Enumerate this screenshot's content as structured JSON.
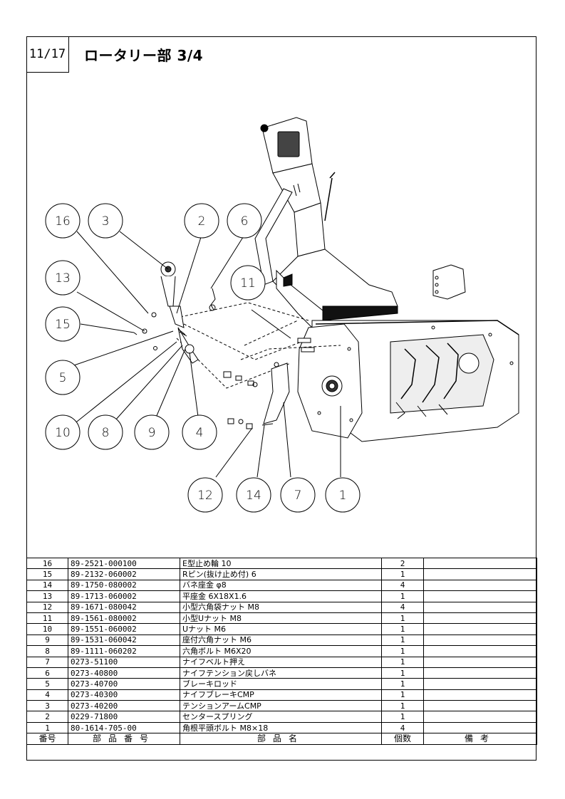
{
  "page": {
    "number": "11/17",
    "title": "ロータリー部 3/4"
  },
  "callouts": [
    "16",
    "3",
    "2",
    "6",
    "13",
    "11",
    "15",
    "5",
    "10",
    "8",
    "9",
    "4",
    "12",
    "14",
    "7",
    "1"
  ],
  "parts_table": {
    "rows": [
      {
        "no": "16",
        "part_no": "89-2521-000100",
        "name": "E型止め輪 10",
        "qty": "2",
        "remark": ""
      },
      {
        "no": "15",
        "part_no": "89-2132-060002",
        "name": "Rピン(抜け止め付) 6",
        "qty": "1",
        "remark": ""
      },
      {
        "no": "14",
        "part_no": "89-1750-080002",
        "name": "バネ座金 φ8",
        "qty": "4",
        "remark": ""
      },
      {
        "no": "13",
        "part_no": "89-1713-060002",
        "name": "平座金 6X18X1.6",
        "qty": "1",
        "remark": ""
      },
      {
        "no": "12",
        "part_no": "89-1671-080042",
        "name": "小型六角袋ナット M8",
        "qty": "4",
        "remark": ""
      },
      {
        "no": "11",
        "part_no": "89-1561-080002",
        "name": "小型Uナット M8",
        "qty": "1",
        "remark": ""
      },
      {
        "no": "10",
        "part_no": "89-1551-060002",
        "name": "Uナット M6",
        "qty": "1",
        "remark": ""
      },
      {
        "no": "9",
        "part_no": "89-1531-060042",
        "name": "座付六角ナット M6",
        "qty": "1",
        "remark": ""
      },
      {
        "no": "8",
        "part_no": "89-1111-060202",
        "name": "六角ボルト M6X20",
        "qty": "1",
        "remark": ""
      },
      {
        "no": "7",
        "part_no": "0273-51100",
        "name": "ナイフベルト押え",
        "qty": "1",
        "remark": ""
      },
      {
        "no": "6",
        "part_no": "0273-40800",
        "name": "ナイフテンション戻しバネ",
        "qty": "1",
        "remark": ""
      },
      {
        "no": "5",
        "part_no": "0273-40700",
        "name": "ブレーキロッド",
        "qty": "1",
        "remark": ""
      },
      {
        "no": "4",
        "part_no": "0273-40300",
        "name": "ナイフブレーキCMP",
        "qty": "1",
        "remark": ""
      },
      {
        "no": "3",
        "part_no": "0273-40200",
        "name": "テンションアームCMP",
        "qty": "1",
        "remark": ""
      },
      {
        "no": "2",
        "part_no": "0229-71800",
        "name": "センタースプリング",
        "qty": "1",
        "remark": ""
      },
      {
        "no": "1",
        "part_no": "80-1614-705-00",
        "name": "角根平頭ボルト M8×18",
        "qty": "4",
        "remark": ""
      }
    ],
    "header": {
      "no": "番号",
      "part_no": "部品番号",
      "name": "部品名",
      "qty": "個数",
      "remark": "備考"
    }
  }
}
